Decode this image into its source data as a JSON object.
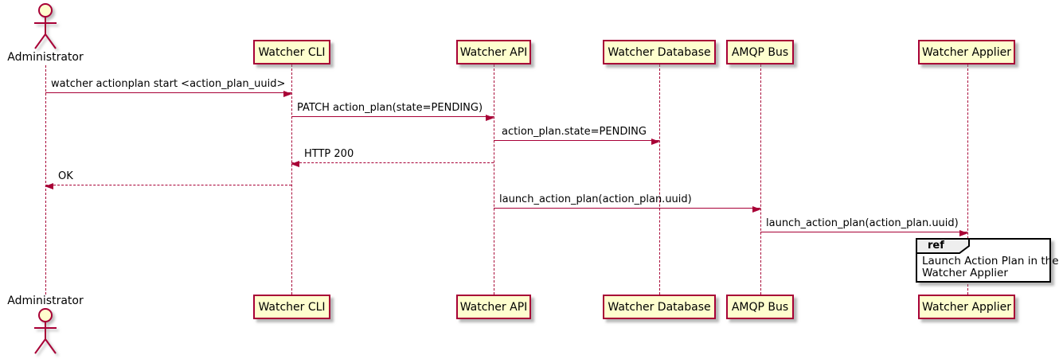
{
  "actor": {
    "top_label": "Administrator",
    "bottom_label": "Administrator"
  },
  "participants": [
    {
      "label": "Watcher CLI"
    },
    {
      "label": "Watcher API"
    },
    {
      "label": "Watcher Database"
    },
    {
      "label": "AMQP Bus"
    },
    {
      "label": "Watcher Applier"
    }
  ],
  "messages": [
    {
      "text": "watcher actionplan start <action_plan_uuid>",
      "from": "Administrator",
      "to": "Watcher CLI",
      "line": "solid",
      "direction": "right"
    },
    {
      "text": "PATCH action_plan(state=PENDING)",
      "from": "Watcher CLI",
      "to": "Watcher API",
      "line": "solid",
      "direction": "right"
    },
    {
      "text": "action_plan.state=PENDING",
      "from": "Watcher API",
      "to": "Watcher Database",
      "line": "solid",
      "direction": "right"
    },
    {
      "text": "HTTP 200",
      "from": "Watcher API",
      "to": "Watcher CLI",
      "line": "dashed",
      "direction": "left"
    },
    {
      "text": "OK",
      "from": "Watcher CLI",
      "to": "Administrator",
      "line": "dashed",
      "direction": "left"
    },
    {
      "text": "launch_action_plan(action_plan.uuid)",
      "from": "Watcher API",
      "to": "AMQP Bus",
      "line": "solid",
      "direction": "right"
    },
    {
      "text": "launch_action_plan(action_plan.uuid)",
      "from": "AMQP Bus",
      "to": "Watcher Applier",
      "line": "solid",
      "direction": "right"
    }
  ],
  "ref": {
    "keyword": "ref",
    "line1": "Launch Action Plan in the",
    "line2": "Watcher Applier"
  },
  "colors": {
    "accent": "#A80036",
    "participant_fill": "#FEFECE",
    "ref_header_fill": "#EEEEEE",
    "ref_border": "#000000",
    "text": "#000000",
    "background": "#FFFFFF"
  }
}
